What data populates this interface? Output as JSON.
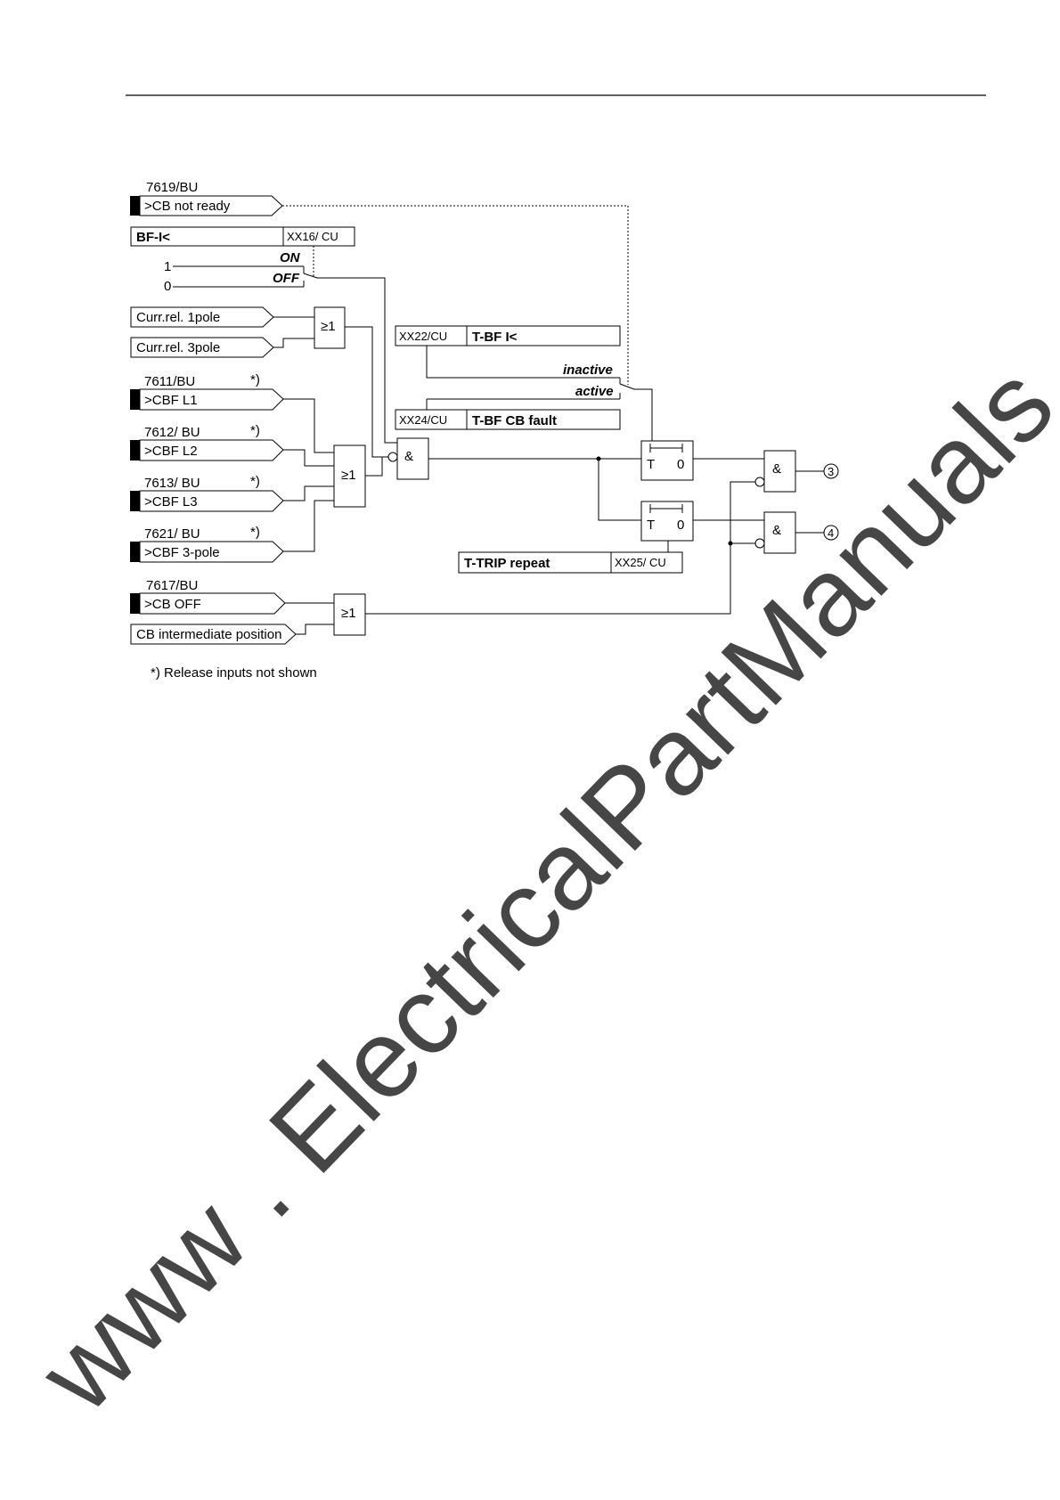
{
  "inputs": {
    "cb_not_ready": {
      "code": "7619/BU",
      "label": ">CB not ready"
    },
    "cbf_l1": {
      "code": "7611/BU",
      "label": ">CBF L1",
      "note": "*)"
    },
    "cbf_l2": {
      "code": "7612/ BU",
      "label": ">CBF L2",
      "note": "*)"
    },
    "cbf_l3": {
      "code": "7613/ BU",
      "label": ">CBF L3",
      "note": "*)"
    },
    "cbf_3pole": {
      "code": "7621/ BU",
      "label": ">CBF 3-pole",
      "note": "*)"
    },
    "cb_off": {
      "code": "7617/BU",
      "label": ">CB OFF"
    }
  },
  "signals": {
    "curr_rel_1pole": "Curr.rel. 1pole",
    "curr_rel_3pole": "Curr.rel. 3pole",
    "cb_intermediate": "CB intermediate position"
  },
  "parameters": {
    "bf_i": {
      "name": "BF-I<",
      "address": "XX16/ CU",
      "level_1": "1",
      "level_0": "0",
      "on": "ON",
      "off": "OFF"
    },
    "t_bf_i": {
      "address": "XX22/CU",
      "name": "T-BF I<"
    },
    "t_bf_cb_fault": {
      "address": "XX24/CU",
      "name": "T-BF CB fault",
      "inactive": "inactive",
      "active": "active"
    },
    "t_trip_repeat": {
      "name": "T-TRIP repeat",
      "address": "XX25/ CU"
    }
  },
  "gates": {
    "or": "≥1",
    "and": "&",
    "timer_t": "T",
    "timer_0": "0"
  },
  "outputs": {
    "out3": "3",
    "out4": "4"
  },
  "footnote": "*) Release inputs not shown",
  "watermark": "www . ElectricalPartManuals . com"
}
